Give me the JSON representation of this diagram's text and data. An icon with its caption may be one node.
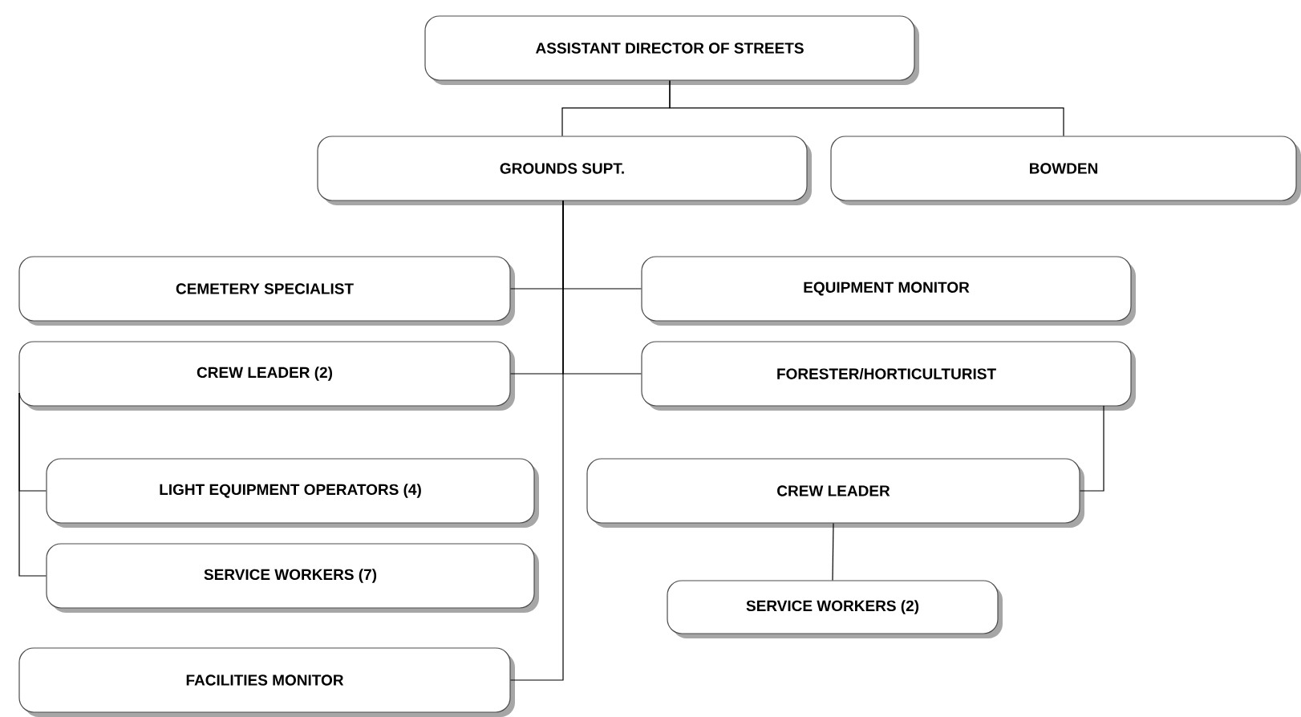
{
  "diagram": {
    "nodes": [
      {
        "text": [
          "ASSISTANT DIRECTOR OF STREETS"
        ]
      },
      {
        "text": [
          "GROUNDS SUPT."
        ]
      },
      {
        "text": [
          "BOWDEN"
        ]
      },
      {
        "text": [
          "CEMETERY SPECIALIST"
        ]
      },
      {
        "text": [
          "EQUIPMENT MONITOR"
        ]
      },
      {
        "text": [
          "CREW LEADER (2)"
        ]
      },
      {
        "text": [
          "FORESTER/HORTICULTURIST"
        ]
      },
      {
        "text": [
          "LIGHT EQUIPMENT OPERATORS (4)"
        ]
      },
      {
        "text": [
          "SERVICE WORKERS (7)"
        ]
      },
      {
        "text": [
          "CREW LEADER"
        ]
      },
      {
        "text": [
          "SERVICE WORKERS (2)"
        ]
      },
      {
        "text": [
          "FACILITIES MONITOR"
        ]
      }
    ],
    "edges": [
      {
        "from": 0,
        "to": 1,
        "arrow": "none"
      },
      {
        "from": 0,
        "to": 2,
        "arrow": "none"
      },
      {
        "from": 1,
        "to": 3,
        "arrow": "none"
      },
      {
        "from": 1,
        "to": 4,
        "arrow": "none"
      },
      {
        "from": 1,
        "to": 5,
        "arrow": "none"
      },
      {
        "from": 1,
        "to": 6,
        "arrow": "none"
      },
      {
        "from": 1,
        "to": 11,
        "arrow": "none"
      },
      {
        "from": 5,
        "to": 7,
        "arrow": "none"
      },
      {
        "from": 5,
        "to": 8,
        "arrow": "none"
      },
      {
        "from": 6,
        "to": 9,
        "arrow": "none"
      },
      {
        "from": 9,
        "to": 10,
        "arrow": "none"
      }
    ]
  }
}
